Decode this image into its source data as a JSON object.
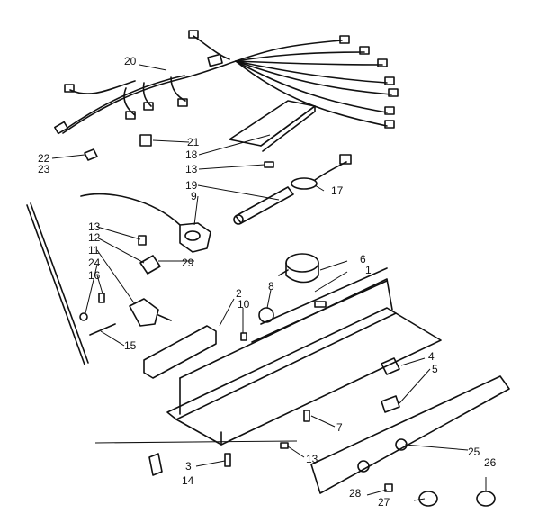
{
  "callouts": [
    {
      "id": "c1",
      "label": "1"
    },
    {
      "id": "c2",
      "label": "2"
    },
    {
      "id": "c3",
      "label": "3"
    },
    {
      "id": "c4",
      "label": "4"
    },
    {
      "id": "c5",
      "label": "5"
    },
    {
      "id": "c6",
      "label": "6"
    },
    {
      "id": "c7",
      "label": "7"
    },
    {
      "id": "c8",
      "label": "8"
    },
    {
      "id": "c9",
      "label": "9"
    },
    {
      "id": "c10",
      "label": "10"
    },
    {
      "id": "c11",
      "label": "11"
    },
    {
      "id": "c12",
      "label": "12"
    },
    {
      "id": "c13a",
      "label": "13"
    },
    {
      "id": "c13b",
      "label": "13"
    },
    {
      "id": "c13c",
      "label": "13"
    },
    {
      "id": "c14",
      "label": "14"
    },
    {
      "id": "c15",
      "label": "15"
    },
    {
      "id": "c16",
      "label": "16"
    },
    {
      "id": "c17",
      "label": "17"
    },
    {
      "id": "c18",
      "label": "18"
    },
    {
      "id": "c19",
      "label": "19"
    },
    {
      "id": "c20",
      "label": "20"
    },
    {
      "id": "c21",
      "label": "21"
    },
    {
      "id": "c22",
      "label": "22"
    },
    {
      "id": "c23",
      "label": "23"
    },
    {
      "id": "c24",
      "label": "24"
    },
    {
      "id": "c25",
      "label": "25"
    },
    {
      "id": "c26",
      "label": "26"
    },
    {
      "id": "c27",
      "label": "27"
    },
    {
      "id": "c28",
      "label": "28"
    },
    {
      "id": "c29",
      "label": "29"
    }
  ]
}
